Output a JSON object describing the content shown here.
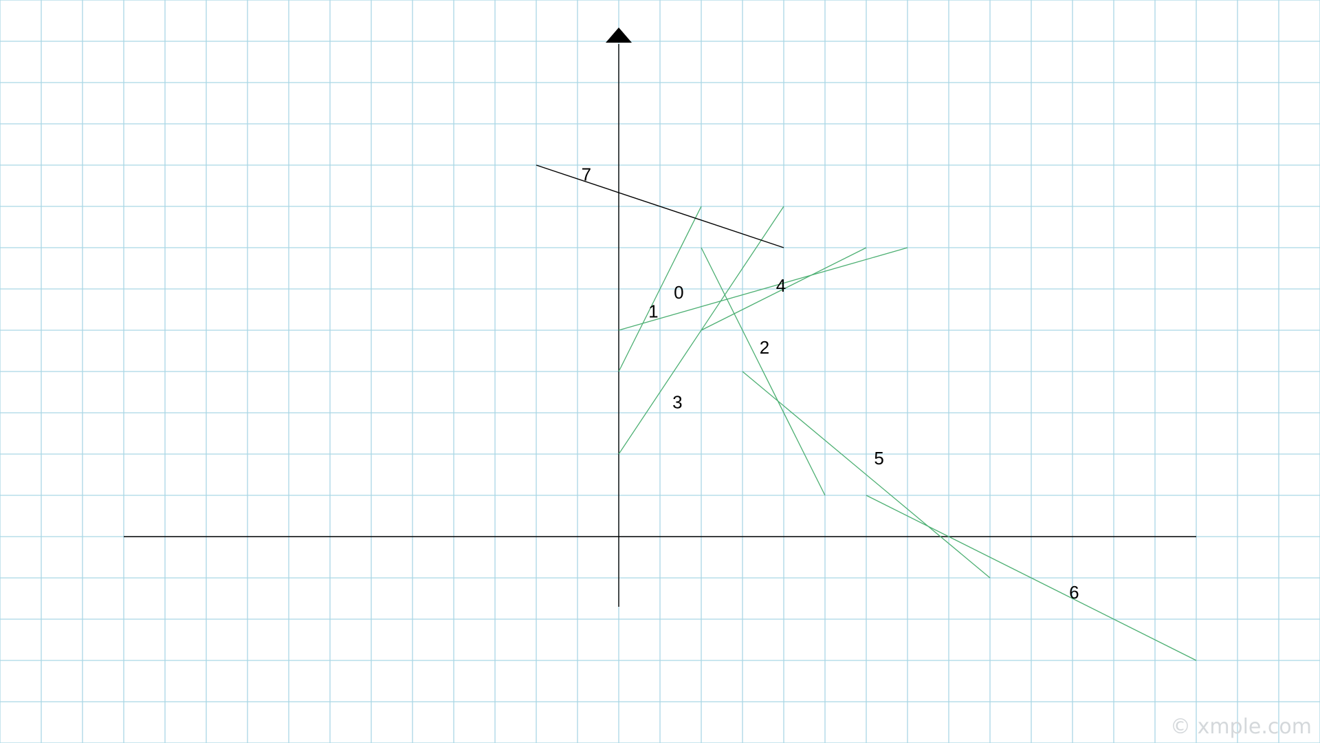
{
  "colors": {
    "grid": "#a9d6e5",
    "axis": "#000000",
    "segment_green": "#4caf72",
    "segment_black": "#000000",
    "watermark": "#d4d8db"
  },
  "grid": {
    "visible": true
  },
  "axes": {
    "y_arrow_icon": "triangle-up-icon"
  },
  "segments": [
    {
      "label": "0",
      "color": "#4caf72",
      "from": [
        0,
        4
      ],
      "to": [
        2,
        8
      ]
    },
    {
      "label": "1",
      "color": "#4caf72",
      "from": [
        0,
        5
      ],
      "to": [
        7,
        7
      ]
    },
    {
      "label": "2",
      "color": "#4caf72",
      "from": [
        2,
        7
      ],
      "to": [
        5,
        1
      ]
    },
    {
      "label": "3",
      "color": "#4caf72",
      "from": [
        0,
        2
      ],
      "to": [
        4,
        8
      ]
    },
    {
      "label": "4",
      "color": "#4caf72",
      "from": [
        2,
        5
      ],
      "to": [
        6,
        7
      ]
    },
    {
      "label": "5",
      "color": "#4caf72",
      "from": [
        3,
        4
      ],
      "to": [
        9,
        -1
      ]
    },
    {
      "label": "6",
      "color": "#4caf72",
      "from": [
        6,
        1
      ],
      "to": [
        14,
        -3
      ]
    },
    {
      "label": "7",
      "color": "#000000",
      "from": [
        -2,
        9
      ],
      "to": [
        4,
        7
      ]
    }
  ],
  "watermark": {
    "text": "© xmple.com"
  }
}
